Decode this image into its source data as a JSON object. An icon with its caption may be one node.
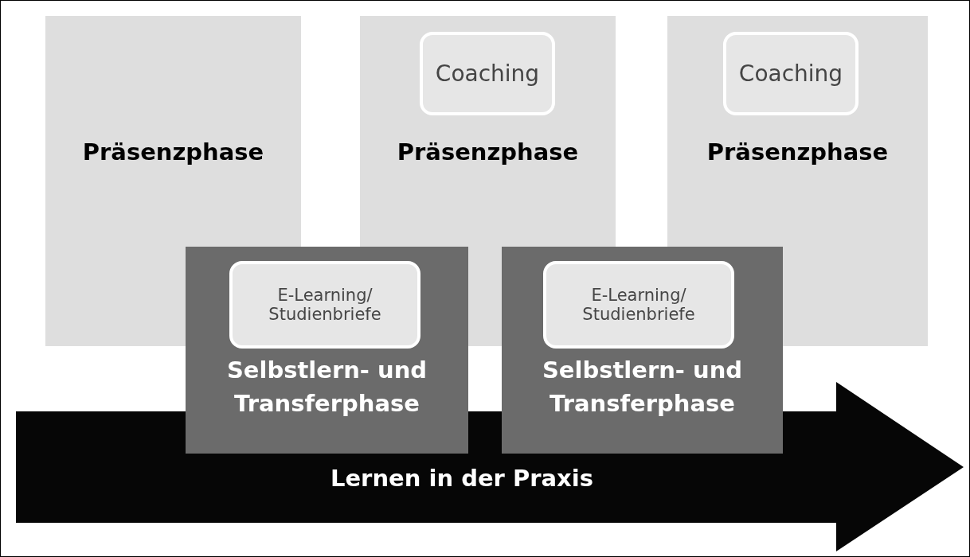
{
  "diagram": {
    "nodes": [
      {
        "text": [
          "Präsenzphase"
        ]
      },
      {
        "text": [
          "Präsenzphase"
        ]
      },
      {
        "text": [
          "Coaching"
        ],
        "in": 1
      },
      {
        "text": [
          "Präsenzphase"
        ]
      },
      {
        "text": [
          "Coaching"
        ],
        "in": 3
      },
      {
        "text": [
          "Lernen in der Praxis"
        ]
      },
      {
        "text": [
          "Selbstlern- und Transferphase"
        ]
      },
      {
        "text": [
          "E-Learning/ Studienbriefe"
        ],
        "in": 6
      },
      {
        "text": [
          "Selbstlern- und Transferphase"
        ]
      },
      {
        "text": [
          "E-Learning/ Studienbriefe"
        ],
        "in": 8
      }
    ]
  }
}
